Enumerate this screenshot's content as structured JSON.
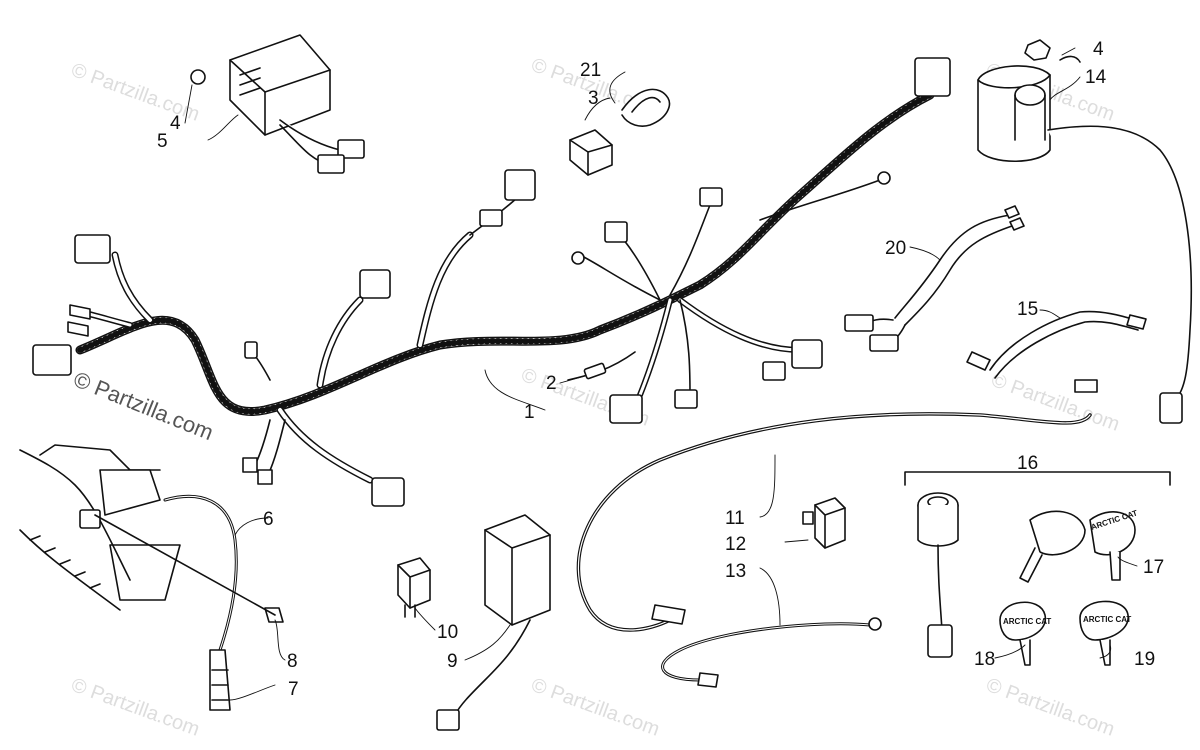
{
  "watermark": {
    "main": "© Partzilla.com",
    "faint": "© Partzilla.com"
  },
  "part_labels": [
    "1",
    "2",
    "3",
    "4",
    "5",
    "6",
    "7",
    "8",
    "9",
    "10",
    "11",
    "12",
    "13",
    "14",
    "15",
    "16",
    "17",
    "18",
    "19",
    "20",
    "21"
  ],
  "callouts": {
    "c1": "1",
    "c2": "2",
    "c3": "3",
    "c4a": "4",
    "c4b": "4",
    "c5": "5",
    "c6": "6",
    "c7": "7",
    "c8": "8",
    "c9": "9",
    "c10": "10",
    "c11": "11",
    "c12": "12",
    "c13": "13",
    "c14": "14",
    "c15": "15",
    "c16": "16",
    "c17": "17",
    "c18": "18",
    "c19": "19",
    "c20": "20",
    "c21": "21"
  },
  "key_brand": {
    "k17": "ARCTIC CAT",
    "k18": "ARCTIC CAT",
    "k19": "ARCTIC CAT"
  },
  "colors": {
    "line": "#111111",
    "watermark": "#dddddd",
    "background": "#ffffff"
  }
}
